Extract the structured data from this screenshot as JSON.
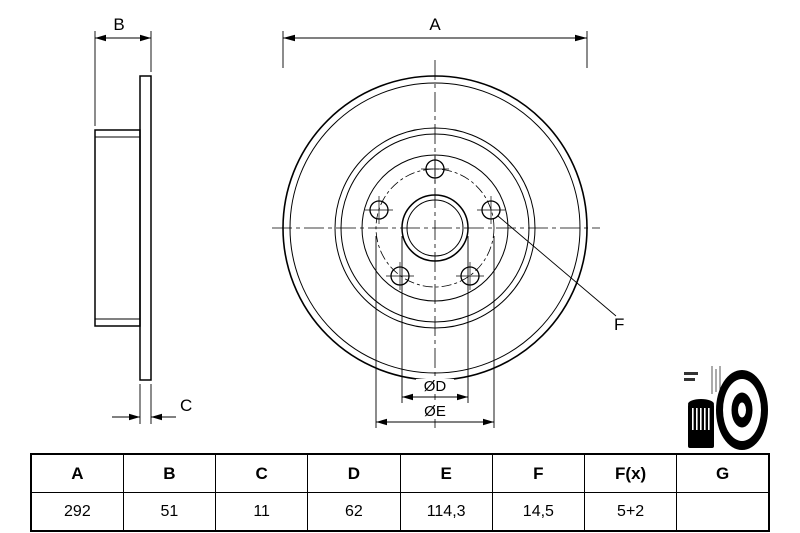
{
  "drawing": {
    "labels": {
      "a": "A",
      "b": "B",
      "c": "C",
      "d": "ØD",
      "e": "ØE",
      "f": "F"
    }
  },
  "table": {
    "headers": [
      "A",
      "B",
      "C",
      "D",
      "E",
      "F",
      "F(x)",
      "G"
    ],
    "values": [
      "292",
      "51",
      "11",
      "62",
      "114,3",
      "14,5",
      "5+2",
      ""
    ]
  }
}
